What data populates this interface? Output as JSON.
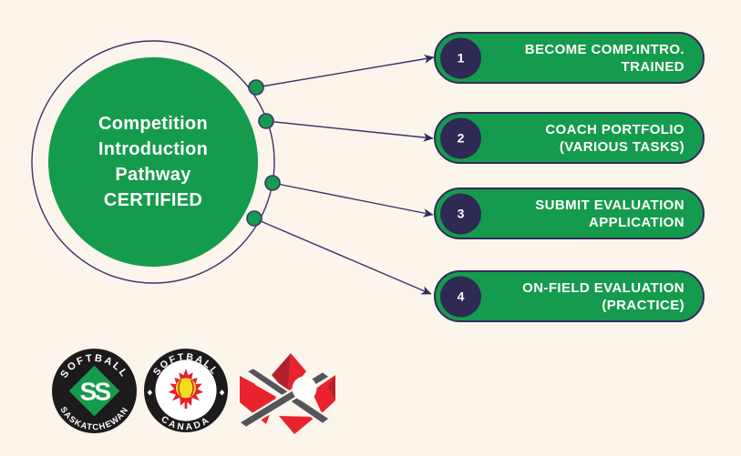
{
  "palette": {
    "background": "#fbf5ec",
    "green": "#159b4d",
    "navy": "#322c5c",
    "badge_purple": "#2e2a54",
    "white": "#ffffff",
    "logo_black": "#1c1a1a",
    "leaf_red": "#e4202c",
    "dark_red": "#b2222c",
    "softball_yellow": "#f2dd1e",
    "band_grey": "#53555a"
  },
  "hub": {
    "lines": [
      "Competition",
      "Introduction",
      "Pathway",
      "CERTIFIED"
    ]
  },
  "steps": [
    {
      "number": "1",
      "label": "BECOME COMP.INTRO. TRAINED"
    },
    {
      "number": "2",
      "label": "COACH PORTFOLIO (VARIOUS TASKS)"
    },
    {
      "number": "3",
      "label": "SUBMIT EVALUATION APPLICATION"
    },
    {
      "number": "4",
      "label": "ON-FIELD EVALUATION (PRACTICE)"
    }
  ],
  "logos": {
    "saskatchewan": {
      "top": "SOFTBALL",
      "bottom": "SASKATCHEWAN",
      "monogram": "SS"
    },
    "canada": {
      "top": "SOFTBALL",
      "bottom": "CANADA"
    }
  }
}
